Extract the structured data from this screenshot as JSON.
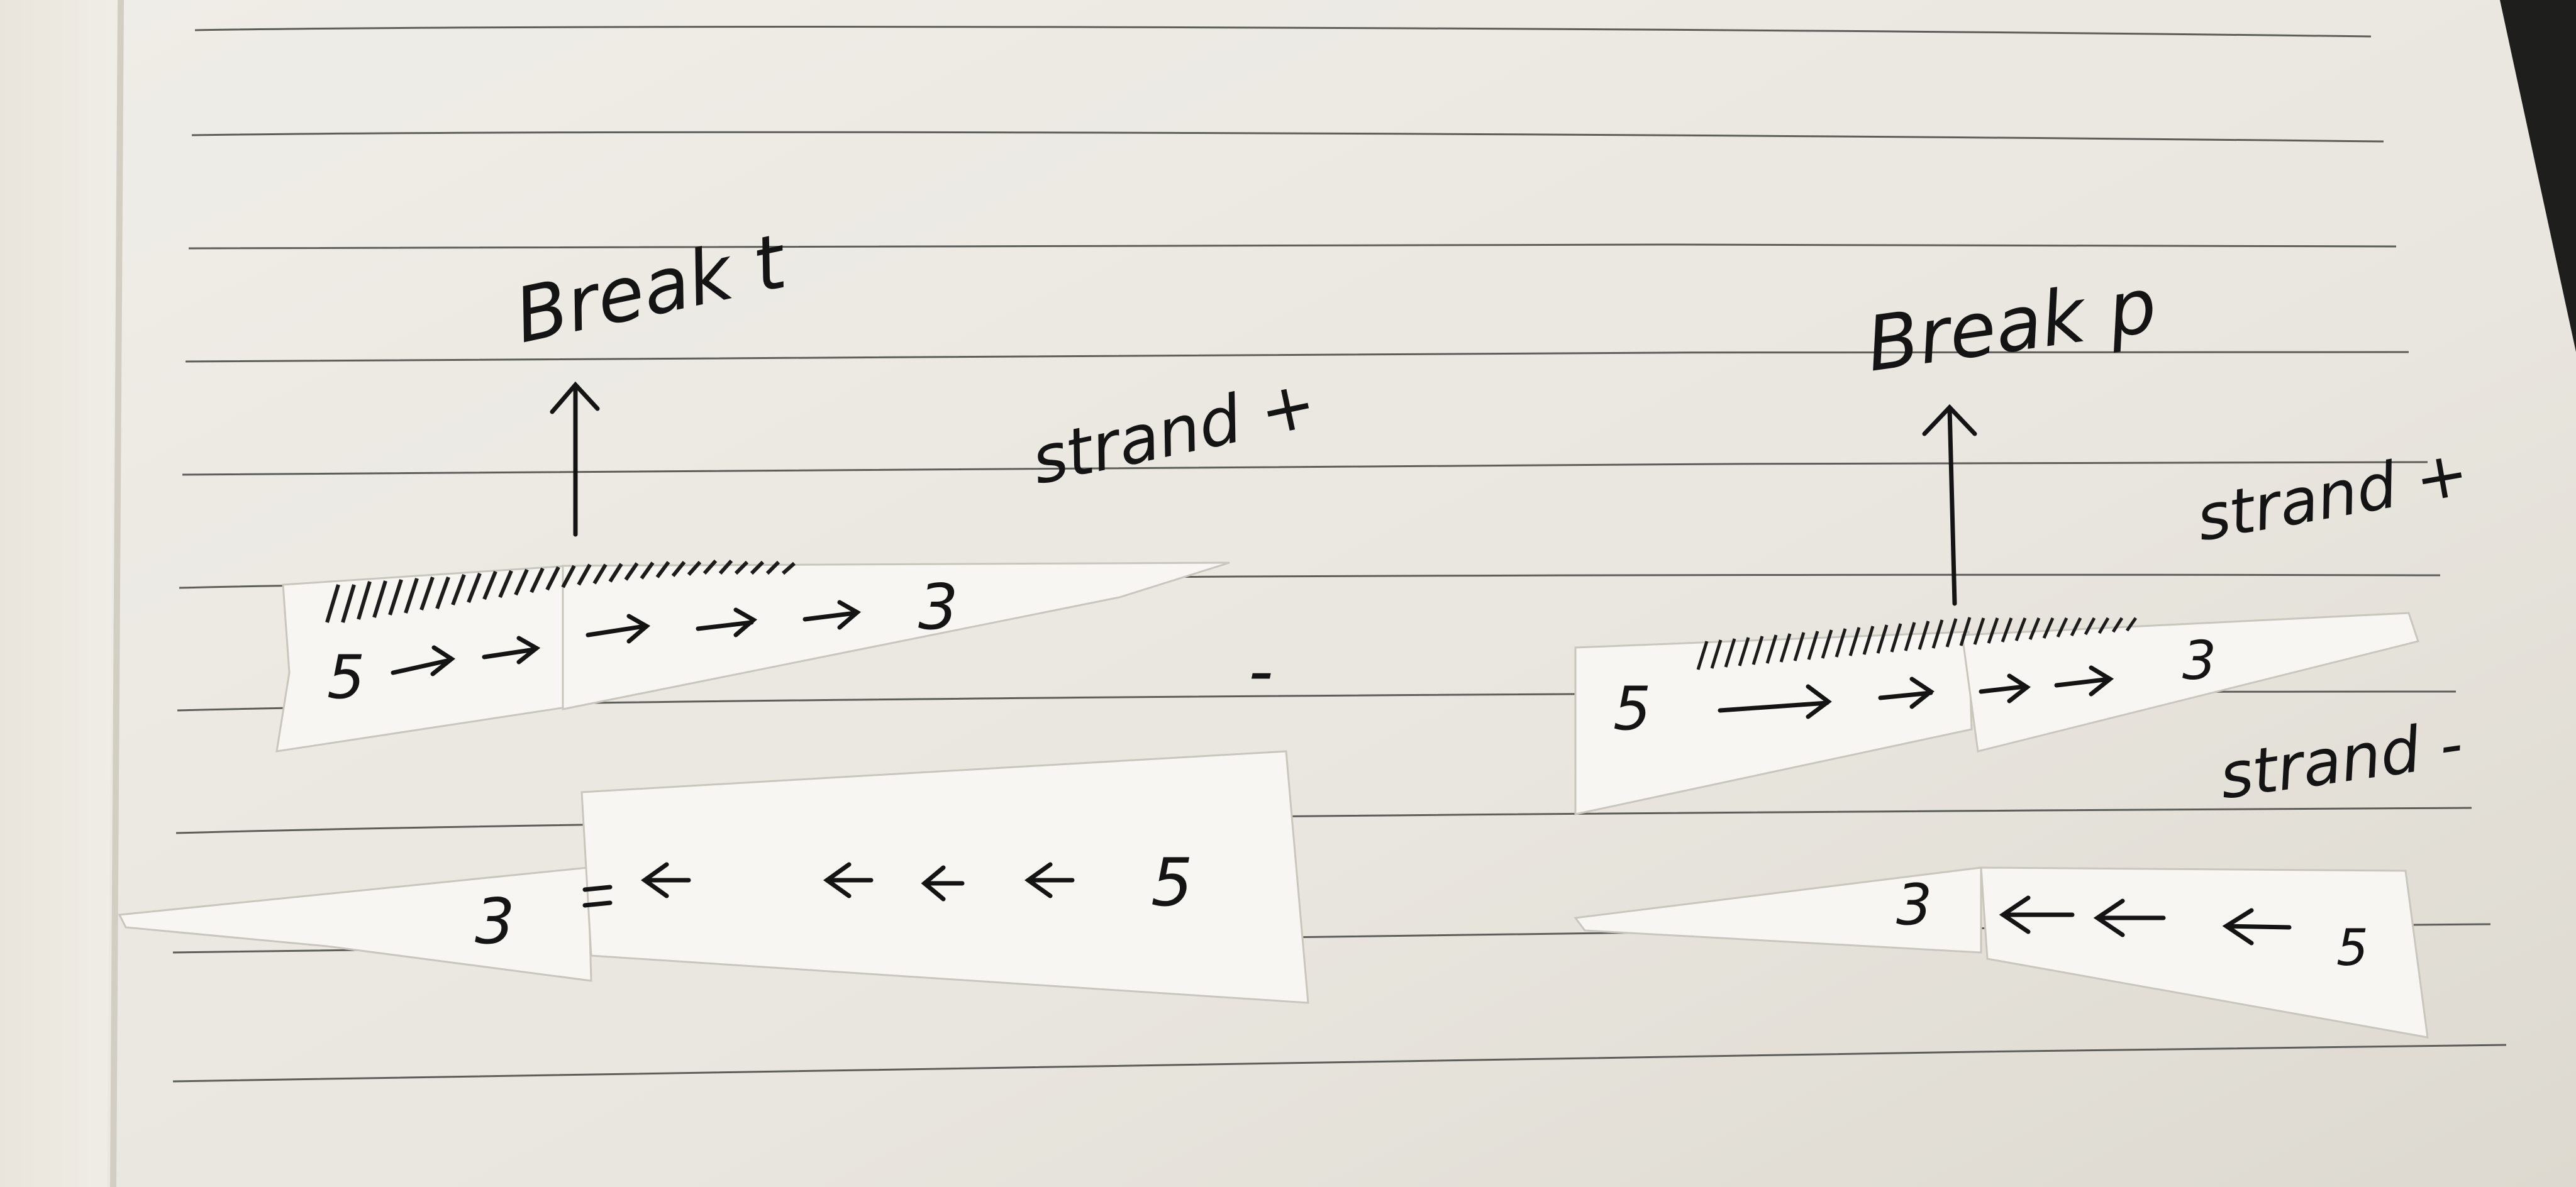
{
  "left_diagram": {
    "label_break": "Break t",
    "label_strand_plus": "strand +",
    "label_strand_minus": "-",
    "top_strip": {
      "five_prime": "5",
      "three_prime": "3"
    },
    "bottom_strip": {
      "three_prime": "3",
      "five_prime": "5"
    }
  },
  "right_diagram": {
    "label_break": "Break p",
    "label_strand_plus": "strand +",
    "label_strand_minus": "strand -",
    "top_strip": {
      "five_prime": "5",
      "three_prime": "3"
    },
    "bottom_strip": {
      "three_prime": "3",
      "five_prime": "5"
    }
  },
  "colors": {
    "paper": "#ebe8e1",
    "paper_edge": "#f2f0ea",
    "ruled_line": "#5a5a58",
    "tape": "#f7f6f2",
    "ink": "#141414",
    "desk": "#1e1e1c"
  }
}
